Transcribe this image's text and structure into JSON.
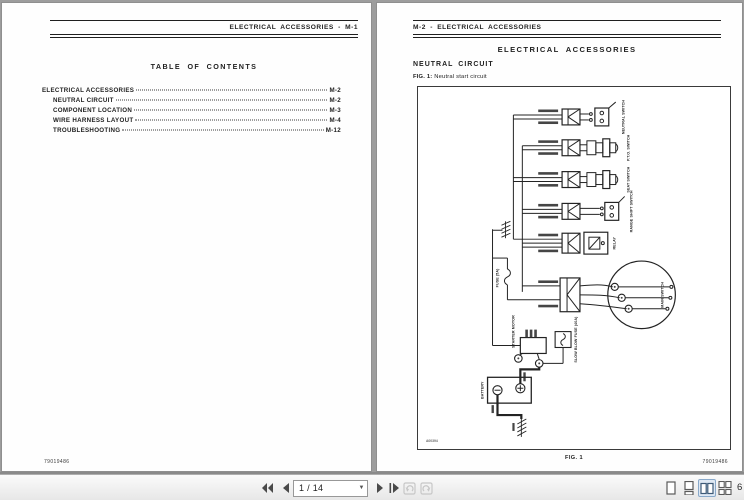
{
  "left_page": {
    "header": "ELECTRICAL ACCESSORIES - M-1",
    "title": "TABLE OF CONTENTS",
    "toc": [
      {
        "label": "ELECTRICAL ACCESSORIES",
        "page": "M-2",
        "indent": 0
      },
      {
        "label": "NEUTRAL CIRCUIT",
        "page": "M-2",
        "indent": 1
      },
      {
        "label": "COMPONENT LOCATION",
        "page": "M-3",
        "indent": 1
      },
      {
        "label": "WIRE HARNESS LAYOUT",
        "page": "M-4",
        "indent": 1
      },
      {
        "label": "TROUBLESHOOTING",
        "page": "M-12",
        "indent": 1
      }
    ],
    "footer": "79019486"
  },
  "right_page": {
    "header": "M-2 - ELECTRICAL ACCESSORIES",
    "title": "ELECTRICAL ACCESSORIES",
    "section_heading": "NEUTRAL CIRCUIT",
    "figure_caption_prefix": "FIG. 1:",
    "figure_caption_text": "Neutral start circuit",
    "figure_label": "FIG. 1",
    "figure_code": "A00394",
    "footer": "79019486",
    "diagram": {
      "labels": {
        "switch1": "NEUTRAL SWITCH",
        "switch2": "P.T.O. SWITCH",
        "switch3": "SEAT SWITCH",
        "switch4": "RANGE SHIFT SWITCH",
        "relay": "RELAY",
        "main_switch": "MAIN SWITCH",
        "fuse": "FUSE (5A)",
        "slow_blow_fuse": "SLOW BLOW FUSE (40A)",
        "starter_motor": "STARTER MOTOR",
        "battery": "BATTERY"
      }
    }
  },
  "viewer": {
    "toolbar": {
      "page_indicator": "1 / 14",
      "dropdown_glyph": "▼",
      "zoom_text": "6"
    }
  },
  "colors": {
    "canvas_gray": "#9d9d9d",
    "page_white": "#fefefe",
    "ink": "#222222",
    "toolbar_bg": "#f0f0f0",
    "selected_btn_bg": "#dfe9f4",
    "selected_btn_border": "#89a9ca"
  }
}
